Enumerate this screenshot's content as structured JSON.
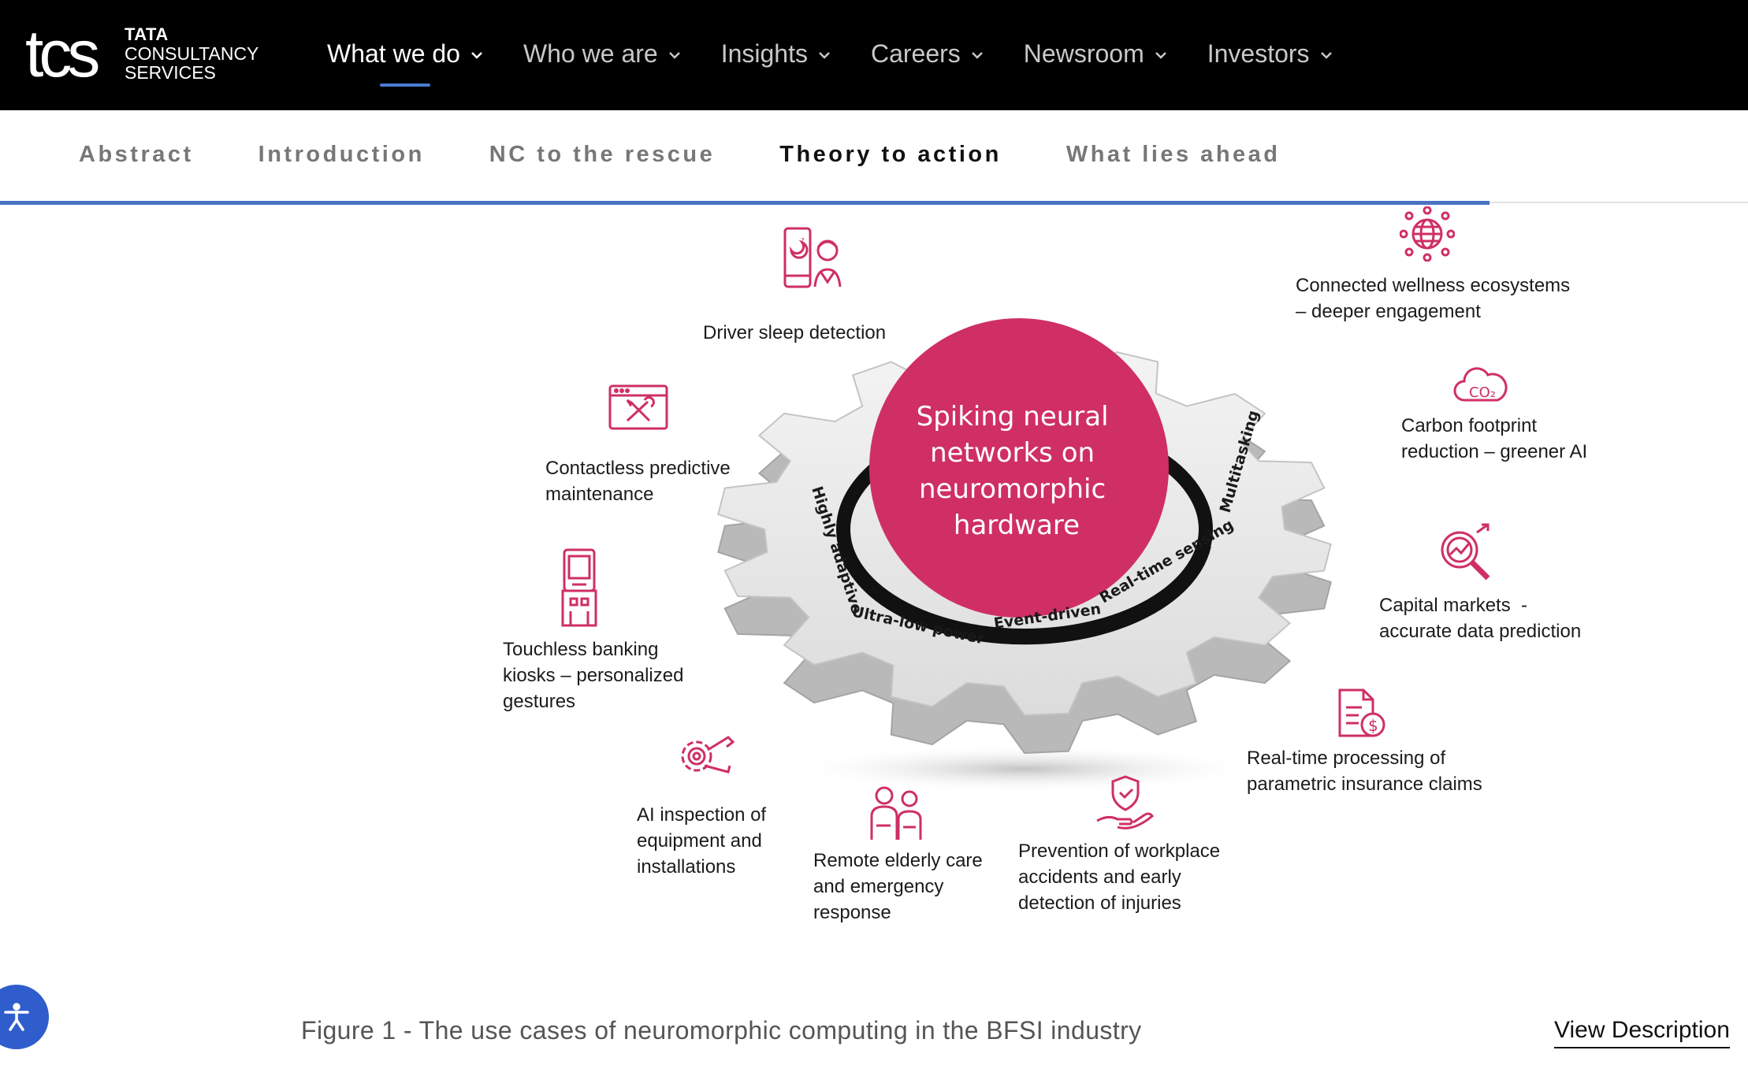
{
  "header": {
    "logo_mark": "tcs",
    "logo_line1": "TATA",
    "logo_line2": "CONSULTANCY",
    "logo_line3": "SERVICES",
    "nav": [
      {
        "label": "What we do",
        "active": true
      },
      {
        "label": "Who we are",
        "active": false
      },
      {
        "label": "Insights",
        "active": false
      },
      {
        "label": "Careers",
        "active": false
      },
      {
        "label": "Newsroom",
        "active": false
      },
      {
        "label": "Investors",
        "active": false
      }
    ],
    "chevron_icon": "chevron-down-icon"
  },
  "section_tabs": [
    {
      "label": "Abstract",
      "active": false
    },
    {
      "label": "Introduction",
      "active": false
    },
    {
      "label": "NC to the rescue",
      "active": false
    },
    {
      "label": "Theory to action",
      "active": true
    },
    {
      "label": "What lies ahead",
      "active": false
    }
  ],
  "reading_progress": 0.852,
  "figure": {
    "center_text": [
      "Spiking neural",
      "networks on",
      "neuromorphic",
      "hardware"
    ],
    "ring_labels": [
      "Highly adaptive",
      "Ultra-low power",
      "Event-driven",
      "Real-time sensing",
      "Multitasking"
    ],
    "use_cases": [
      {
        "label": "Driver sleep detection",
        "icon": "driver-phone-icon"
      },
      {
        "label": "Connected wellness ecosystems\n– deeper engagement",
        "icon": "globe-network-icon"
      },
      {
        "label": "Contactless predictive\nmaintenance",
        "icon": "browser-tools-icon"
      },
      {
        "label": "Carbon footprint\nreduction – greener AI",
        "icon": "cloud-co2-icon"
      },
      {
        "label": "Touchless banking\nkiosks – personalized\ngestures",
        "icon": "kiosk-icon"
      },
      {
        "label": "Capital markets  -\naccurate data prediction",
        "icon": "magnifier-chart-icon"
      },
      {
        "label": "Real-time processing of\nparametric insurance claims",
        "icon": "document-dollar-icon"
      },
      {
        "label": "AI inspection of\nequipment and\ninstallations",
        "icon": "gear-wrench-icon"
      },
      {
        "label": "Remote elderly care\nand emergency\nresponse",
        "icon": "elderly-people-icon"
      },
      {
        "label": "Prevention of workplace\naccidents and early\ndetection of injuries",
        "icon": "hand-shield-icon"
      }
    ],
    "caption": "Figure 1 - The use cases of neuromorphic computing in the BFSI industry",
    "view_description": "View Description"
  },
  "colors": {
    "accent_pink": "#cf2f65",
    "nav_bg": "#000000",
    "progress_blue": "#4a72c4",
    "a11y_blue": "#2f5dcc"
  },
  "accessibility_icon": "accessibility-person-icon"
}
